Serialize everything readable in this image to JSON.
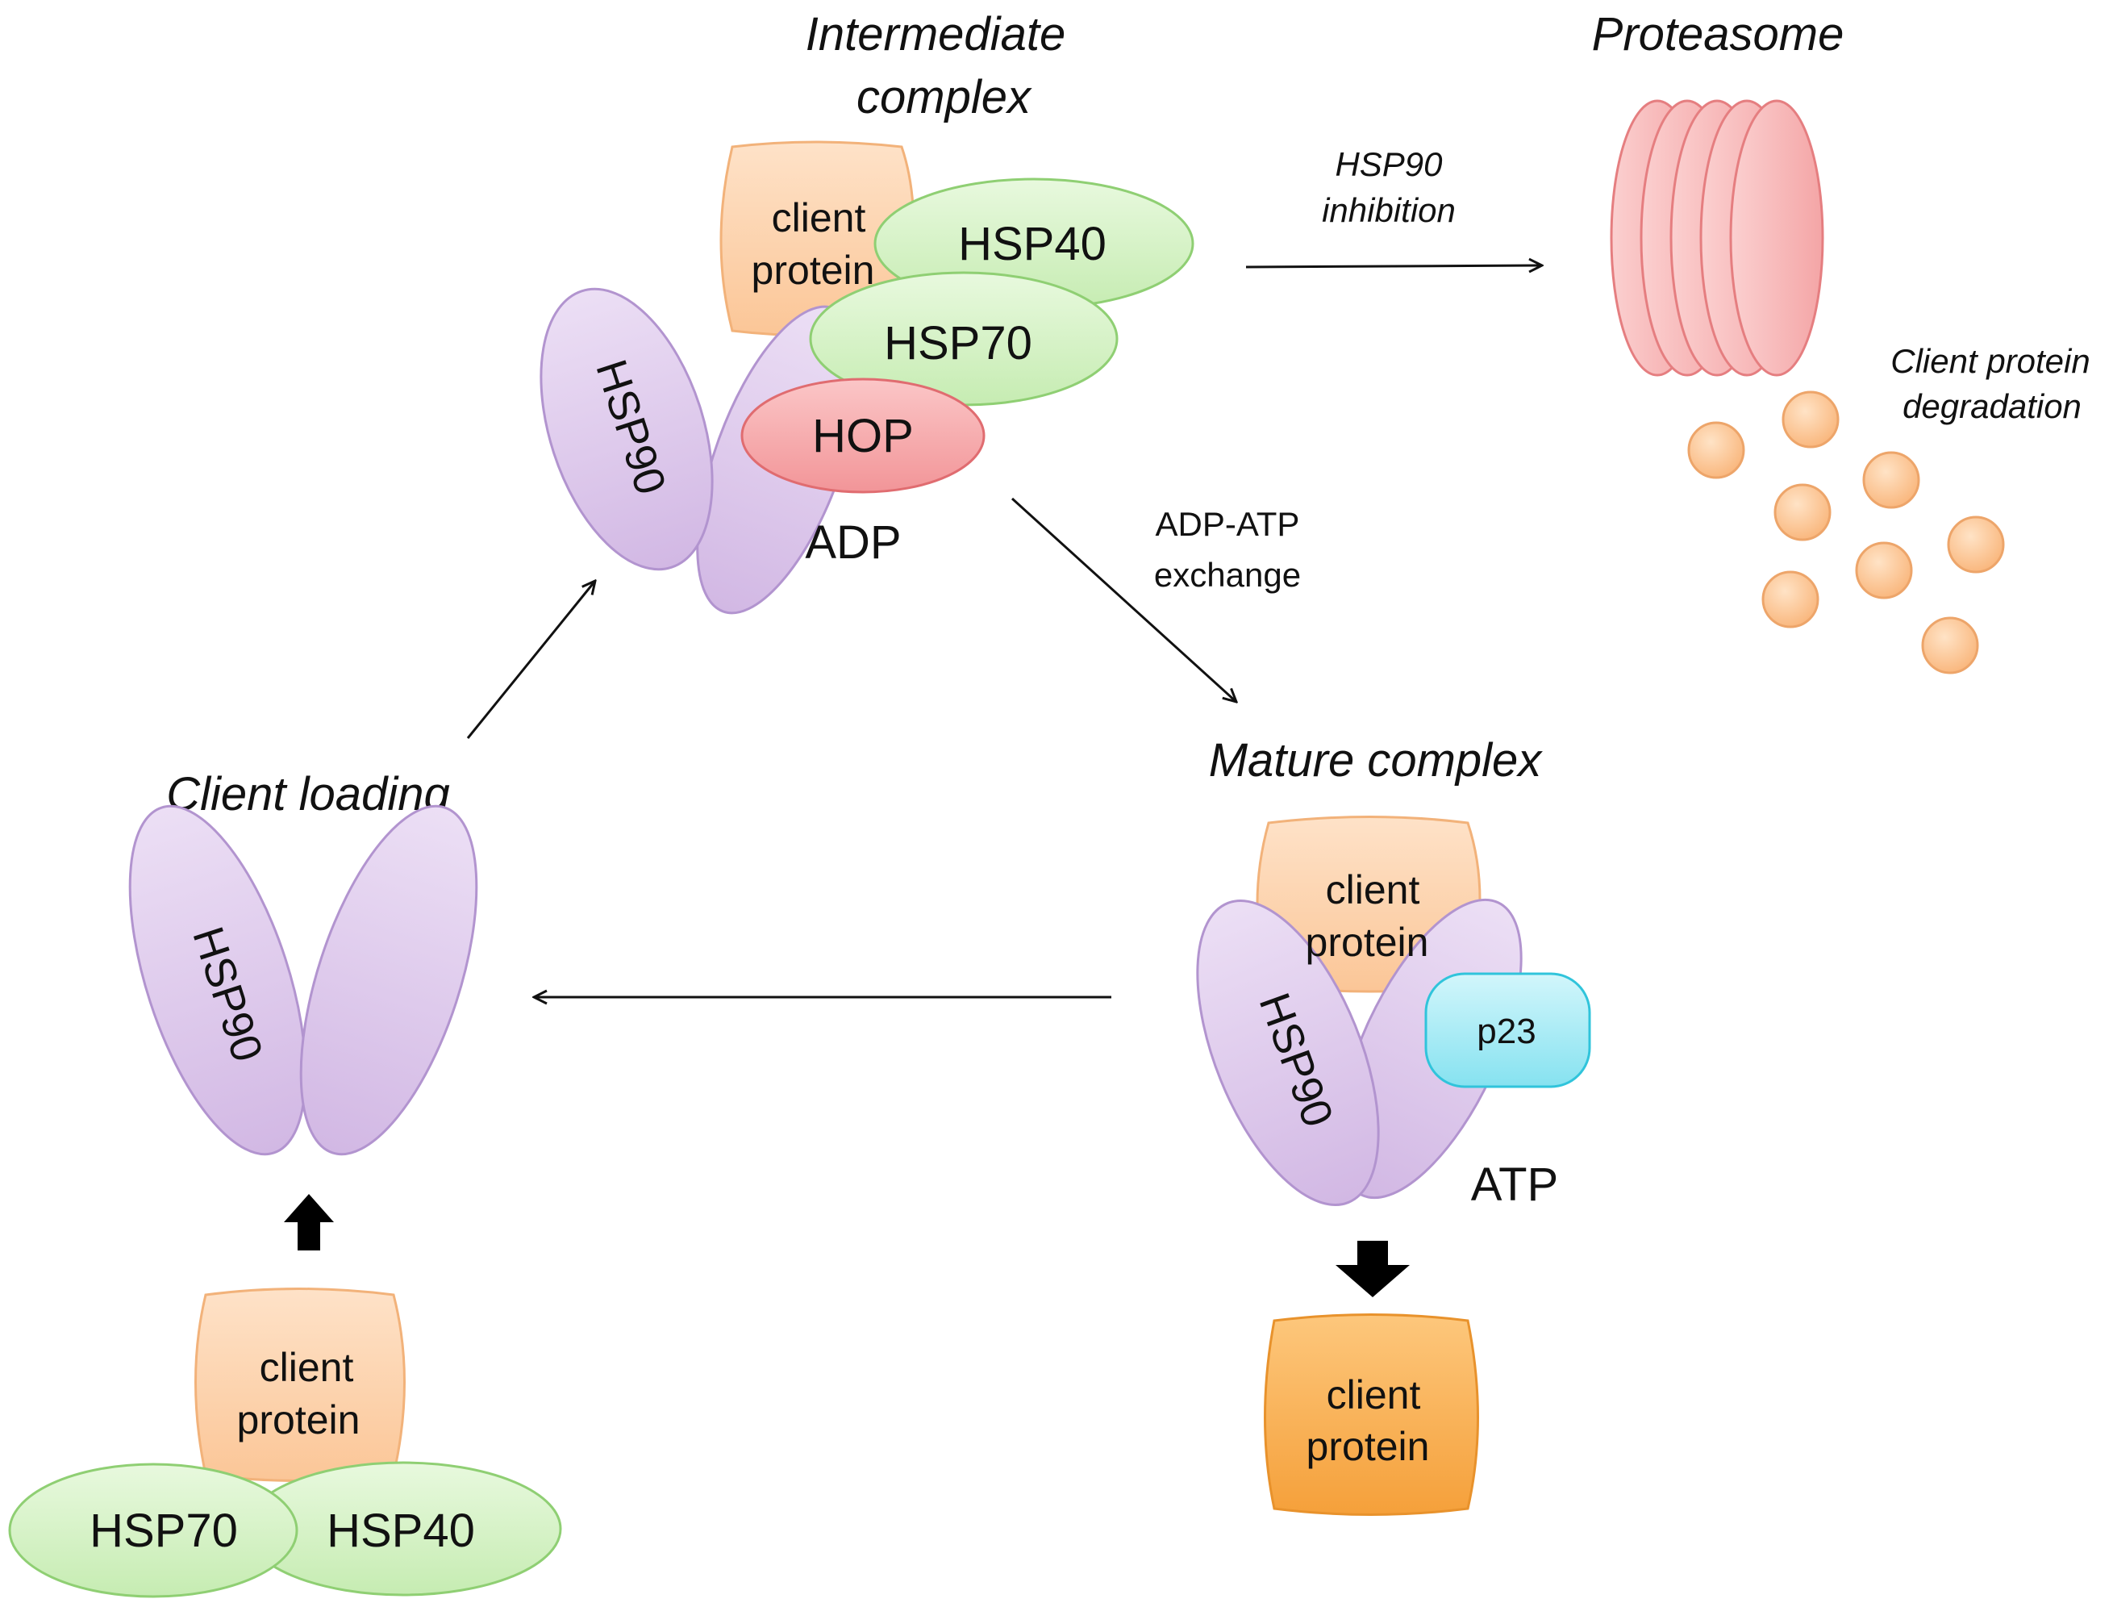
{
  "stages": {
    "intermediate": {
      "title_line1": "Intermediate",
      "title_line2": "complex"
    },
    "proteasome": {
      "title": "Proteasome"
    },
    "mature": {
      "title": "Mature complex"
    },
    "loading": {
      "title": "Client loading"
    }
  },
  "arrows": {
    "inhibition_line1": "HSP90",
    "inhibition_line2": "inhibition",
    "exchange_line1": "ADP-ATP",
    "exchange_line2": "exchange"
  },
  "degradation": {
    "line1": "Client protein",
    "line2": "degradation"
  },
  "proteins": {
    "hsp90": "HSP90",
    "hsp70": "HSP70",
    "hsp40": "HSP40",
    "hop": "HOP",
    "p23": "p23",
    "client_line1": "client",
    "client_line2": "protein"
  },
  "nucleotides": {
    "adp": "ADP",
    "atp": "ATP"
  },
  "colors": {
    "hsp90_fill": "#dcc6ea",
    "hsp90_stroke": "#b294cf",
    "chaperone_fill": "#d4f2c4",
    "chaperone_stroke": "#8fcf73",
    "hop_fill": "#f7a9ab",
    "hop_stroke": "#e06c70",
    "client_fill": "#fdd1a8",
    "client_stroke": "#f2b27a",
    "client_released_fill": "#f9ad4f",
    "client_released_stroke": "#e8922c",
    "p23_fill": "#a8ecf6",
    "p23_stroke": "#30c4db",
    "proteasome_fill": "#f9bcbc",
    "proteasome_stroke": "#e57e80",
    "fragment_fill": "#fcc896",
    "fragment_stroke": "#eda56a"
  }
}
